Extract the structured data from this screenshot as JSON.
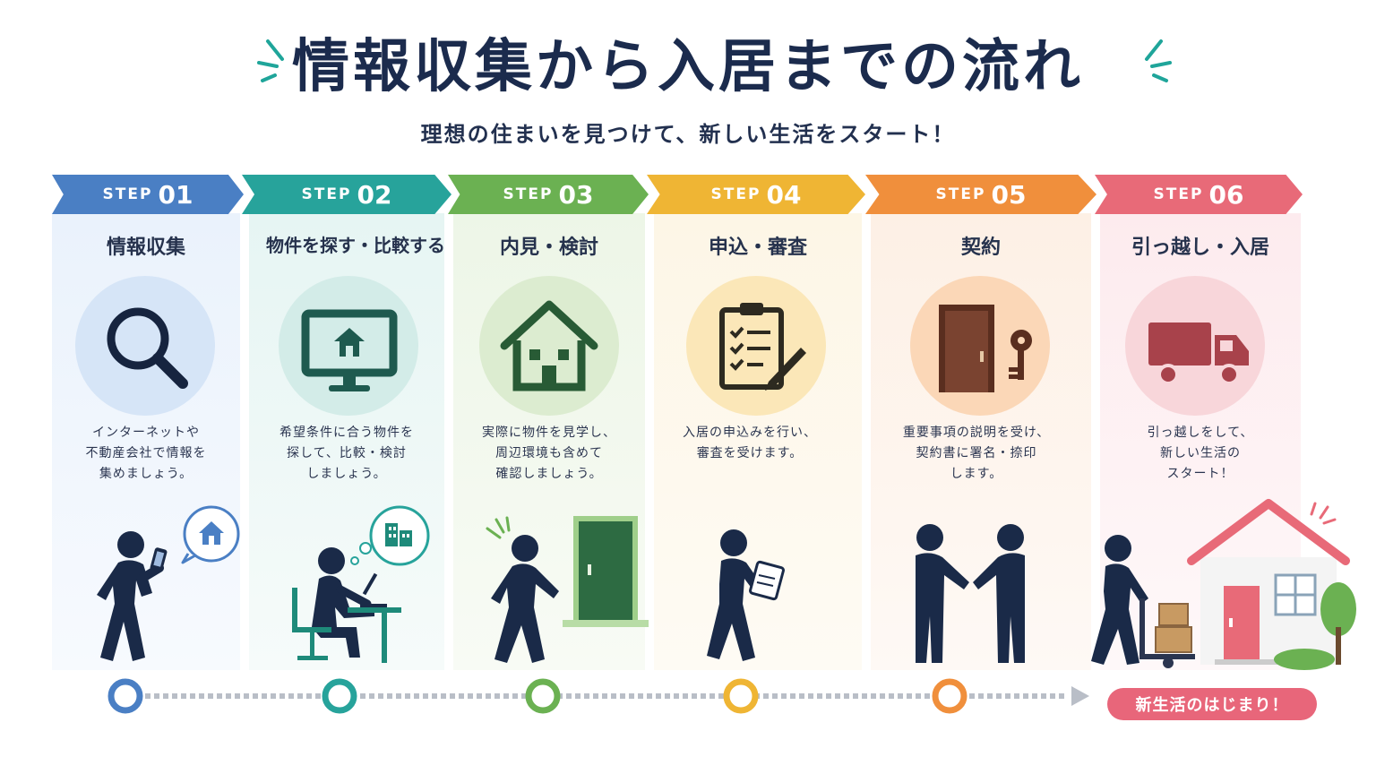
{
  "header": {
    "title": "情報収集から入居までの流れ",
    "subtitle": "理想の住まいを見つけて、新しい生活をスタート！"
  },
  "steps": [
    {
      "step_word": "STEP",
      "num": "01",
      "title": "情報収集",
      "desc": "インターネットや\n不動産会社で情報を\n集めましょう。",
      "color": "#4a7fc4",
      "icon": "magnifier-icon"
    },
    {
      "step_word": "STEP",
      "num": "02",
      "title": "物件を探す・比較する",
      "desc": "希望条件に合う物件を\n探して、比較・検討\nしましょう。",
      "color": "#27a39b",
      "icon": "monitor-house-icon"
    },
    {
      "step_word": "STEP",
      "num": "03",
      "title": "内見・検討",
      "desc": "実際に物件を見学し、\n周辺環境も含めて\n確認しましょう。",
      "color": "#6bb152",
      "icon": "house-icon"
    },
    {
      "step_word": "STEP",
      "num": "04",
      "title": "申込・審査",
      "desc": "入居の申込みを行い、\n審査を受けます。",
      "color": "#efb534",
      "icon": "clipboard-pen-icon"
    },
    {
      "step_word": "STEP",
      "num": "05",
      "title": "契約",
      "desc": "重要事項の説明を受け、\n契約書に署名・捺印\nします。",
      "color": "#f08f3c",
      "icon": "door-key-icon"
    },
    {
      "step_word": "STEP",
      "num": "06",
      "title": "引っ越し・入居",
      "desc": "引っ越しをして、\n新しい生活の\nスタート！",
      "color": "#e86a78",
      "icon": "truck-icon"
    }
  ],
  "finish": {
    "label": "新生活のはじまり！",
    "color": "#e8667a"
  }
}
